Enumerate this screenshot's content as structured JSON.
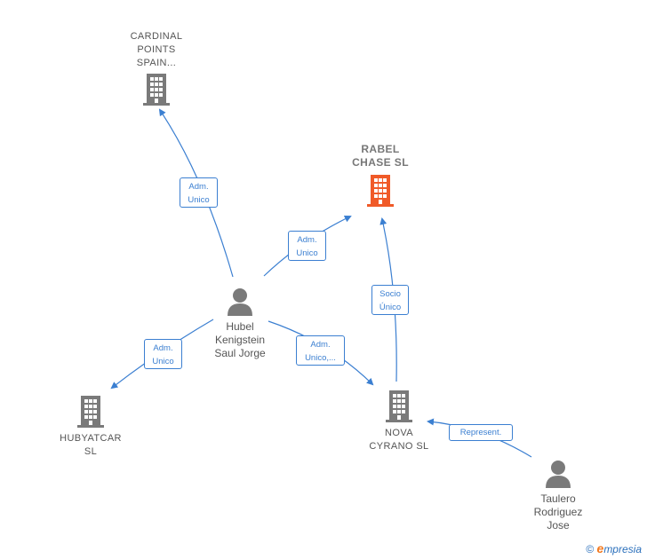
{
  "nodes": {
    "cardinal": {
      "line1": "CARDINAL",
      "line2": "POINTS",
      "line3": "SPAIN..."
    },
    "rabel": {
      "line1": "RABEL",
      "line2": "CHASE  SL"
    },
    "hubel": {
      "line1": "Hubel",
      "line2": "Kenigstein",
      "line3": "Saul Jorge"
    },
    "hubyatcar": {
      "line1": "HUBYATCAR",
      "line2": "SL"
    },
    "nova": {
      "line1": "NOVA",
      "line2": "CYRANO  SL"
    },
    "taulero": {
      "line1": "Taulero",
      "line2": "Rodriguez",
      "line3": "Jose"
    }
  },
  "edges": {
    "e1": {
      "line1": "Adm.",
      "line2": "Unico"
    },
    "e2": {
      "line1": "Adm.",
      "line2": "Unico"
    },
    "e3": {
      "line1": "Adm.",
      "line2": "Unico"
    },
    "e4": {
      "line1": "Adm.",
      "line2": "Unico,..."
    },
    "e5": {
      "line1": "Socio",
      "line2": "Único"
    },
    "e6": {
      "line1": "Represent."
    }
  },
  "footer": {
    "copyright": "©",
    "brand_initial": "e",
    "brand_rest": "mpresia"
  },
  "colors": {
    "edge": "#3b7fd1",
    "building": "#7a7a7a",
    "focus_building": "#f05a28",
    "person": "#7a7a7a"
  }
}
